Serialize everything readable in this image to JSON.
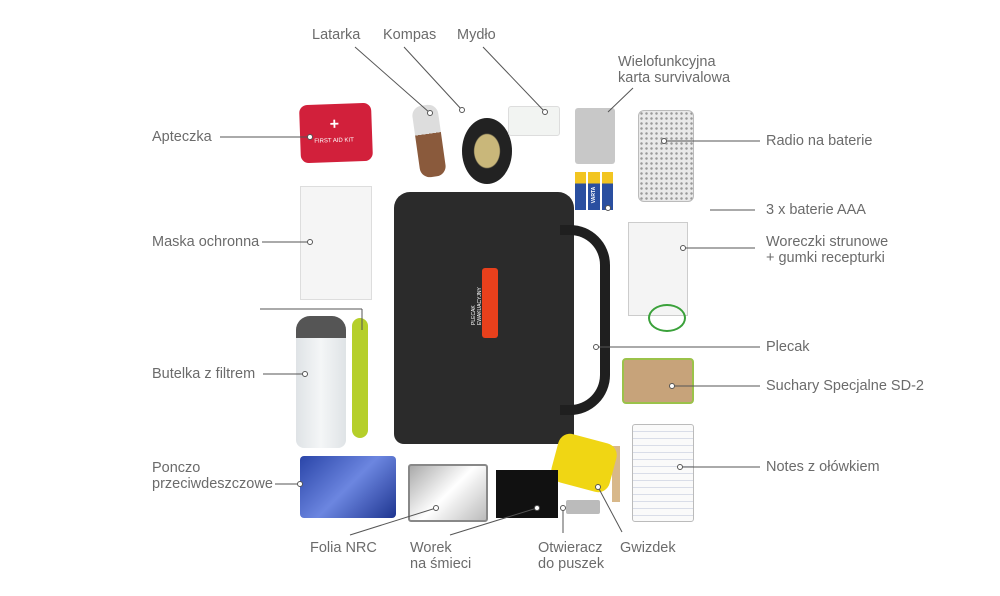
{
  "labels": {
    "latarka": "Latarka",
    "kompas": "Kompas",
    "mydlo": "Mydło",
    "karta": [
      "Wielofunkcyjna",
      "karta survivalowa"
    ],
    "apteczka": "Apteczka",
    "radio": "Radio na baterie",
    "baterie": "3 x baterie AAA",
    "woreczki": [
      "Woreczki strunowe",
      "+ gumki recepturki"
    ],
    "maska": "Maska ochronna",
    "plecak": "Plecak",
    "butelka": "Butelka z filtrem",
    "suchary": "Suchary Specjalne SD-2",
    "notes": "Notes z ołówkiem",
    "ponczo": [
      "Ponczo",
      "przeciwdeszczowe"
    ],
    "folia": "Folia NRC",
    "worek": [
      "Worek",
      "na śmieci"
    ],
    "otwieracz": [
      "Otwieracz",
      "do puszek"
    ],
    "gwizdek": "Gwizdek"
  },
  "product_text": {
    "first_aid": "FIRST AID KIT",
    "backpack_tag": "PLECAK EWAKUACYJNY",
    "battery_brand": "VARTA"
  },
  "colors": {
    "label": "#6b6b6b",
    "line": "#555555",
    "backpack": "#2b2b2b",
    "tag": "#e8401c",
    "first_aid": "#d2203b"
  }
}
